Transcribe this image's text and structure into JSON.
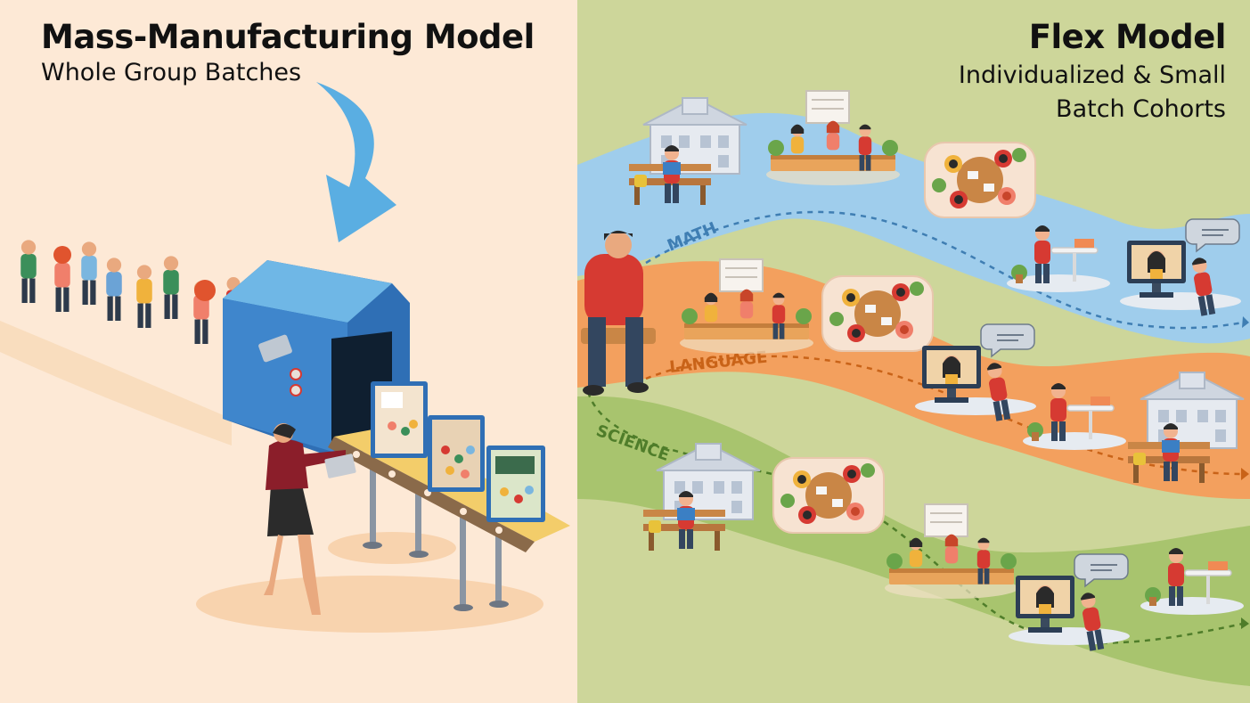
{
  "left_panel": {
    "title": "Mass-Manufacturing Model",
    "subtitle": "Whole Group Batches"
  },
  "right_panel": {
    "title": "Flex Model",
    "subtitle": "Individualized & Small Batch Cohorts",
    "paths": {
      "math": "MATH",
      "language": "LANGUAGE",
      "science": "SCIENCE"
    }
  },
  "colors": {
    "left_bg": "#fde9d6",
    "right_bg": "#cdd69a",
    "river_blue": "#9fcdec",
    "river_orange": "#f3a05e",
    "river_green": "#a8c46e",
    "machine_blue": "#2f6fb5",
    "arrow_blue": "#5aaee2",
    "hoodie_red": "#d63a32"
  }
}
